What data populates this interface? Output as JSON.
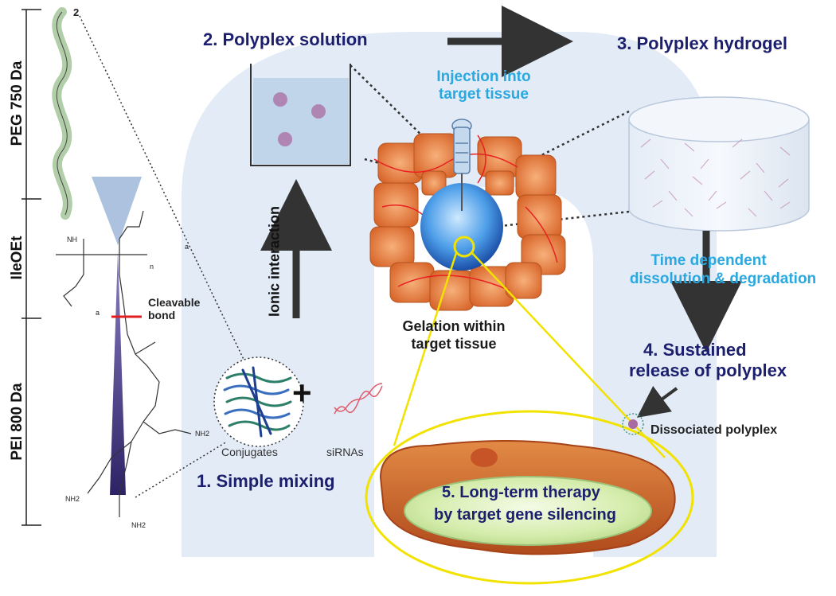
{
  "axis_segments": [
    {
      "label": "PEG 750 Da"
    },
    {
      "label": "IleOEt"
    },
    {
      "label": "PEI 800 Da"
    }
  ],
  "chem": {
    "cleavable_bond": "Cleavable bond",
    "subscript_2": "2",
    "nh2": "NH2",
    "nh": "NH",
    "a": "a",
    "n": "n"
  },
  "steps": {
    "step1": "1. Simple mixing",
    "step2": "2. Polyplex solution",
    "step3": "3. Polyplex hydrogel",
    "step4_line1": "4. Sustained",
    "step4_line2": "release of polyplex",
    "step5_line1": "5. Long-term therapy",
    "step5_line2": "by target gene silencing"
  },
  "annotations": {
    "ionic": "Ionic interaction",
    "injection_line1": "Injection into",
    "injection_line2": "target tissue",
    "time_line1": "Time dependent",
    "time_line2": "dissolution & degradation",
    "gelation_line1": "Gelation within",
    "gelation_line2": "target tissue",
    "conjugates": "Conjugates",
    "sirnas": "siRNAs",
    "dissociated": "Dissociated polyplex",
    "plus": "+"
  },
  "colors": {
    "navy_text": "#1c1f6e",
    "cyan_text": "#2ba8df",
    "background_arch": "#dde8f5",
    "arrow": "#333333",
    "cell_orange": "#e8884a",
    "highlight_yellow": "#f2e200",
    "ellipse_green": "#d8efb0"
  }
}
